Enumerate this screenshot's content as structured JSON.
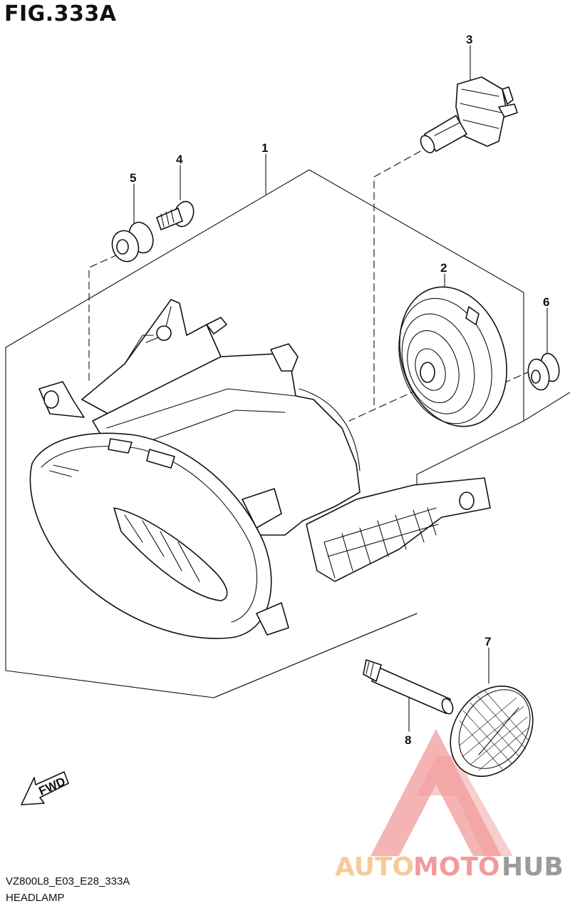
{
  "figure": {
    "title": "FIG.333A",
    "code": "VZ800L8_E03_E28_333A",
    "name": "HEADLAMP"
  },
  "callouts": [
    "1",
    "2",
    "3",
    "4",
    "5",
    "6",
    "7",
    "8"
  ],
  "direction_arrow": {
    "label": "FWD"
  },
  "watermark": {
    "part1": "AUTO",
    "part2": "MOTO",
    "part3": "HUB",
    "color_primary": "#f08a8a",
    "color_secondary": "#f5c28a",
    "color_tertiary": "#8a8a8a"
  }
}
